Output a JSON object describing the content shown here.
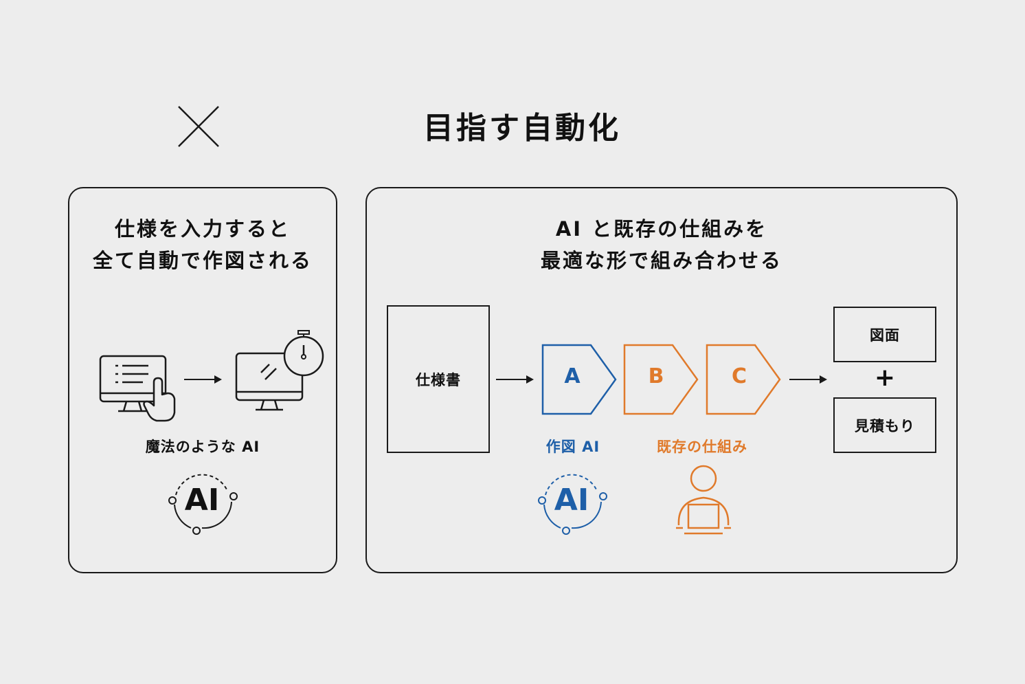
{
  "title": "目指す自動化",
  "colors": {
    "blue": "#1e5fa8",
    "orange": "#e07a2b",
    "ink": "#1a1a1a",
    "background": "#ededed"
  },
  "left_panel": {
    "heading_line1": "仕様を入力すると",
    "heading_line2": "全て自動で作図される",
    "caption": "魔法のような AI",
    "badge_text": "AI",
    "icons": [
      "cross-icon",
      "monitor-input-icon",
      "arrow-right-icon",
      "monitor-timer-icon",
      "ai-badge-icon"
    ]
  },
  "right_panel": {
    "heading_line1": "AI と既存の仕組みを",
    "heading_line2": "最適な形で組み合わせる",
    "spec_box": "仕様書",
    "steps": [
      {
        "letter": "A",
        "color": "#1e5fa8"
      },
      {
        "letter": "B",
        "color": "#e07a2b"
      },
      {
        "letter": "C",
        "color": "#e07a2b"
      }
    ],
    "caption_ai": "作図 AI",
    "caption_system": "既存の仕組み",
    "badge_text": "AI",
    "outputs": {
      "drawing": "図面",
      "plus": "+",
      "estimate": "見積もり"
    },
    "icons": [
      "arrow-right-icon",
      "ai-badge-icon",
      "person-laptop-icon"
    ]
  }
}
